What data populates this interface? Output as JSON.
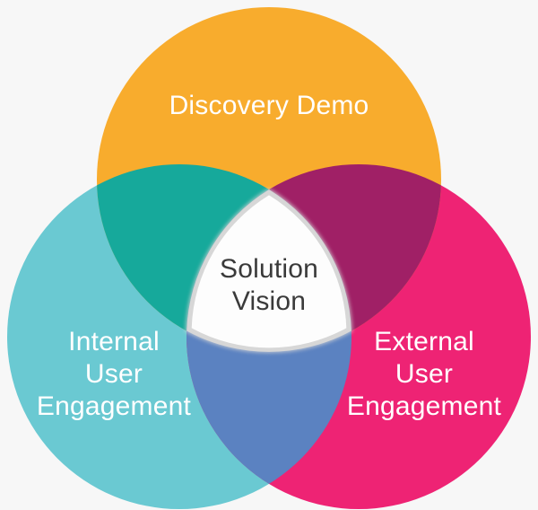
{
  "colors": {
    "background": "#F7F7F7",
    "top_circle": "#F8AC2D",
    "left_circle": "#6AC9D2",
    "right_circle": "#EE2374",
    "top_left_overlap": "#16A99B",
    "top_right_overlap": "#A02066",
    "bottom_overlap": "#5B82C1",
    "center_rim": "#D7D7D7",
    "center_fill": "#FDFDFD",
    "label_text": "#FFFFFF",
    "center_text": "#3A3A3A"
  },
  "venn": {
    "type": "venn-3",
    "top": {
      "label": "Discovery Demo"
    },
    "left": {
      "lines": [
        "Internal",
        "User",
        "Engagement"
      ]
    },
    "right": {
      "lines": [
        "External",
        "User",
        "Engagement"
      ]
    },
    "center": {
      "lines": [
        "Solution",
        "Vision"
      ]
    }
  }
}
